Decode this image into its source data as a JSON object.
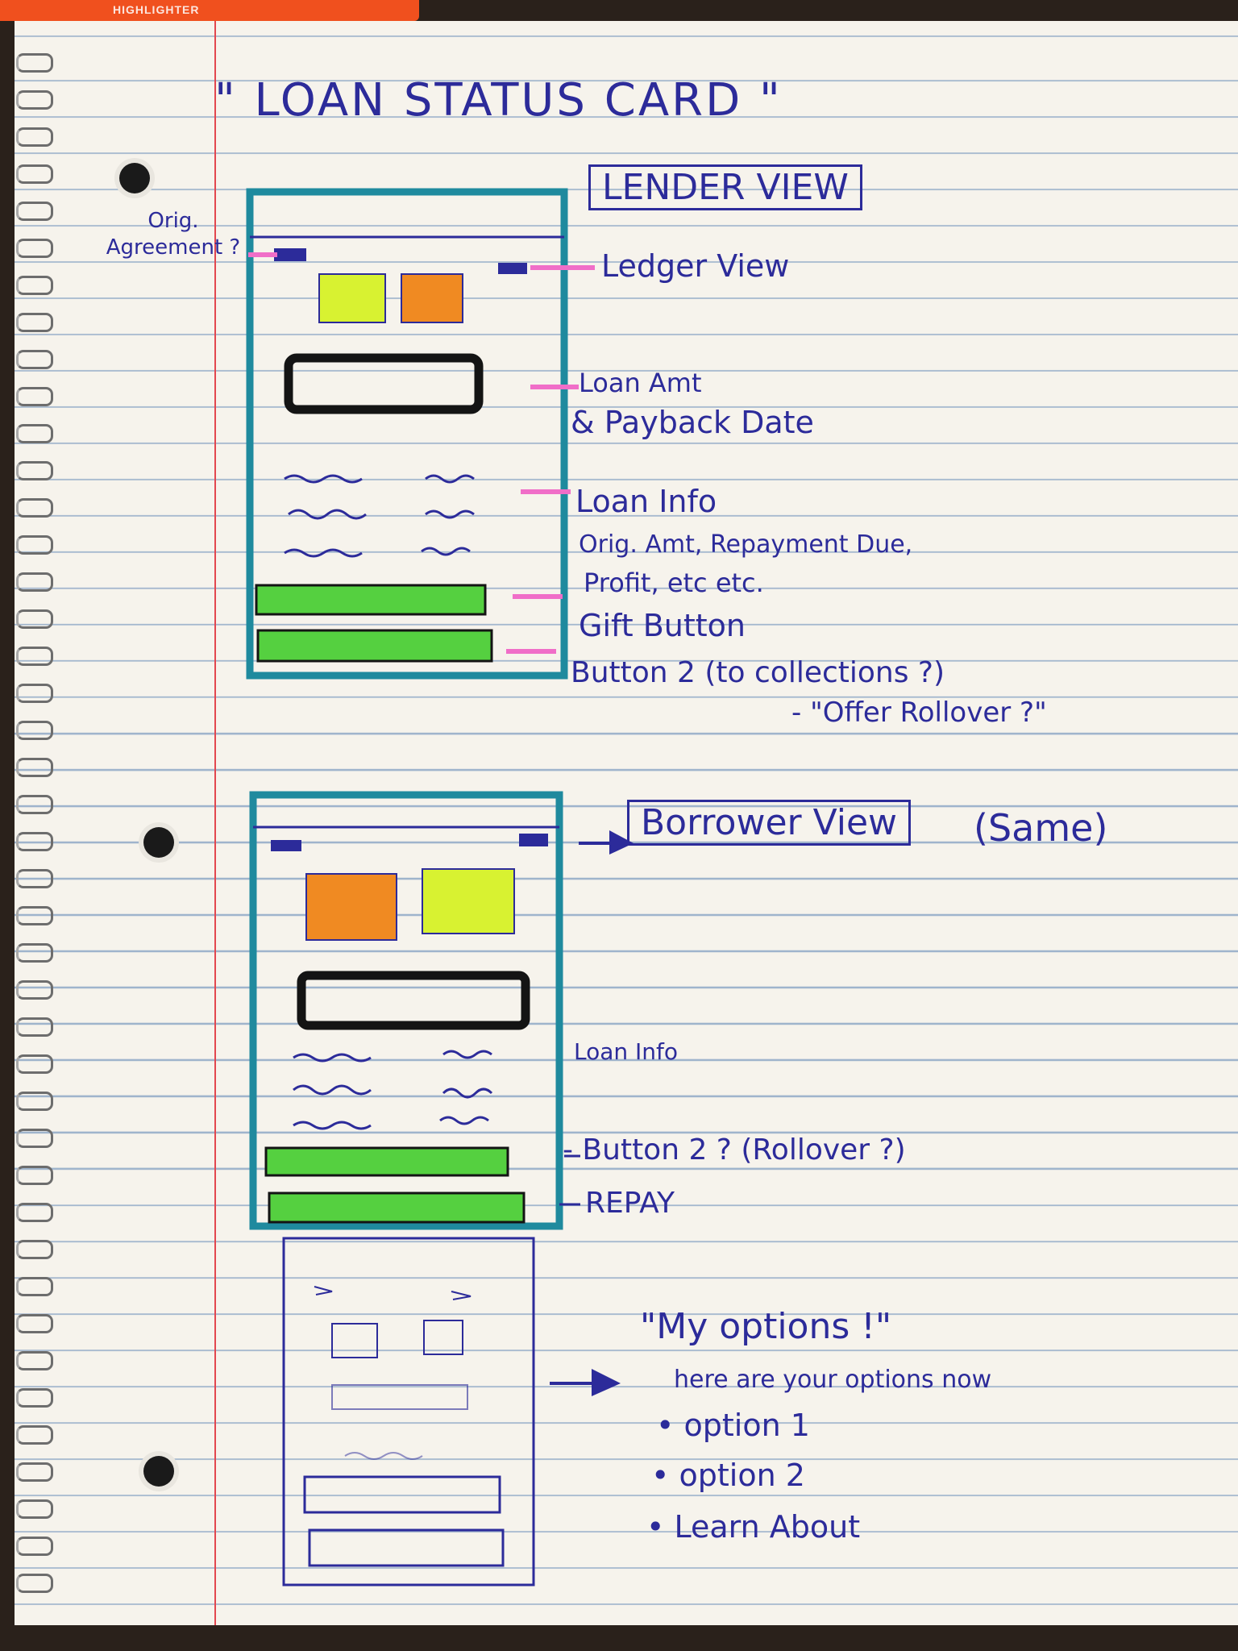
{
  "title": "\" LOAN STATUS CARD \"",
  "highlighter_text": "HIGHLIGHTER",
  "lender": {
    "header": "LENDER VIEW",
    "orig_agreement": "Orig. Agreement ?",
    "ledger_view": "Ledger View",
    "loan_amt_line1": "Loan Amt",
    "loan_amt_line2": "& Payback Date",
    "loan_info": "Loan Info",
    "loan_info_detail_1": "Orig. Amt, Repayment Due,",
    "loan_info_detail_2": "Profit, etc etc.",
    "gift_button": "Gift Button",
    "button2_line1": "Button 2 (to collections ?)",
    "button2_line2": "- \"Offer Rollover ?\""
  },
  "borrower": {
    "header": "Borrower View",
    "same": "(Same)",
    "loan_info": "Loan Info",
    "button2": "- Button 2 ? (Rollover ?)",
    "repay": "REPAY"
  },
  "options": {
    "title": "\"My options !\"",
    "subtitle": "here are your options now",
    "option_1": "• option 1",
    "option_2": "• option 2",
    "learn_about": "• Learn About"
  },
  "colors": {
    "ink": "#2c2b9a",
    "frame": "#1f8a9e",
    "lime": "#d8f231",
    "orange": "#f08a22",
    "green": "#55d040",
    "pink": "#f06ec8",
    "margin": "#e2474f"
  }
}
